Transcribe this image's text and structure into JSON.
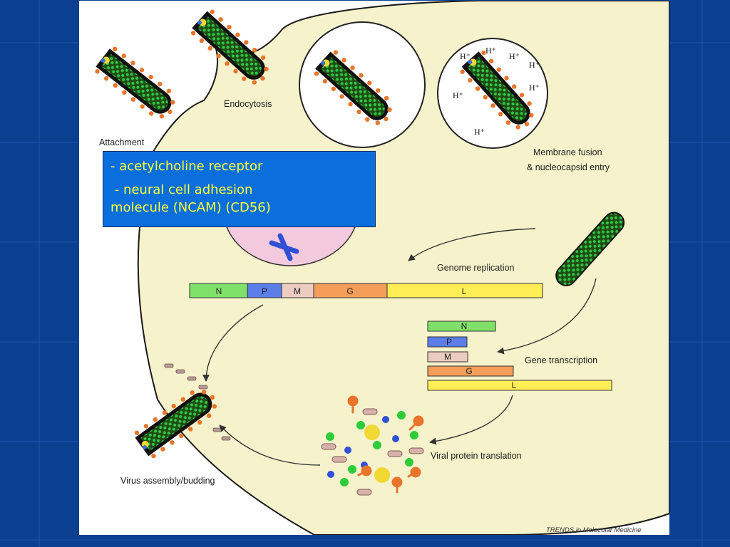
{
  "diagram": {
    "labels": {
      "attachment": "Attachment",
      "endocytosis": "Endocytosis",
      "membrane_fusion_1": "Membrane fusion",
      "membrane_fusion_2": "& nucleocapsid entry",
      "genome_replication": "Genome replication",
      "gene_transcription": "Gene transcription",
      "viral_protein_translation": "Viral protein translation",
      "virus_assembly": "Virus assembly/budding"
    },
    "hydrogen_ion": "H⁺",
    "genome_segments": [
      "N",
      "P",
      "M",
      "G",
      "L"
    ],
    "mrna_segments": [
      "N",
      "P",
      "M",
      "G",
      "L"
    ],
    "credit": "TRENDS in Molecular Medicine"
  },
  "callout": {
    "line1": "- acetylcholine receptor",
    "line2a": " - neural cell adhesion",
    "line2b": "molecule (NCAM) (CD56)"
  },
  "colors": {
    "background": "#0b3f8f",
    "cell": "#f6f2cb",
    "nucleus": "#f3c9dd",
    "callout_bg": "#0a6fdc",
    "callout_text": "#ffff33",
    "gene_N": "#7fe06a",
    "gene_P": "#5b7ee8",
    "gene_M": "#eccbc0",
    "gene_G": "#f59e5a",
    "gene_L": "#ffee55"
  }
}
